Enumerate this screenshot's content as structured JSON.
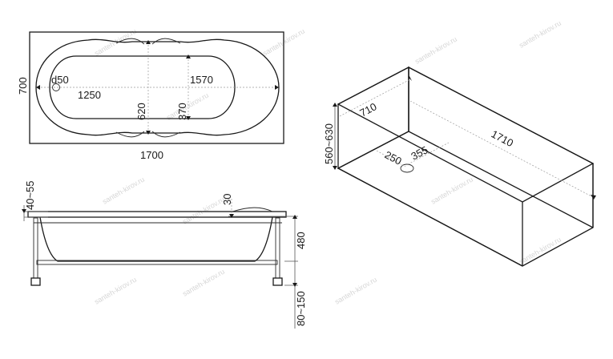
{
  "top_view": {
    "length": "1700",
    "width": "700",
    "drain": "d50",
    "inner_length": "1570",
    "bottom_length": "1250",
    "inner_width": "620",
    "bottom_width": "370"
  },
  "side_view": {
    "rim": "40~55",
    "lip": "30",
    "depth": "480",
    "legs": "80~150"
  },
  "box_view": {
    "height": "560~630",
    "width": "710",
    "length": "1710",
    "drain_x": "250",
    "drain_y": "355"
  },
  "watermark": "santeh-kirov.ru"
}
